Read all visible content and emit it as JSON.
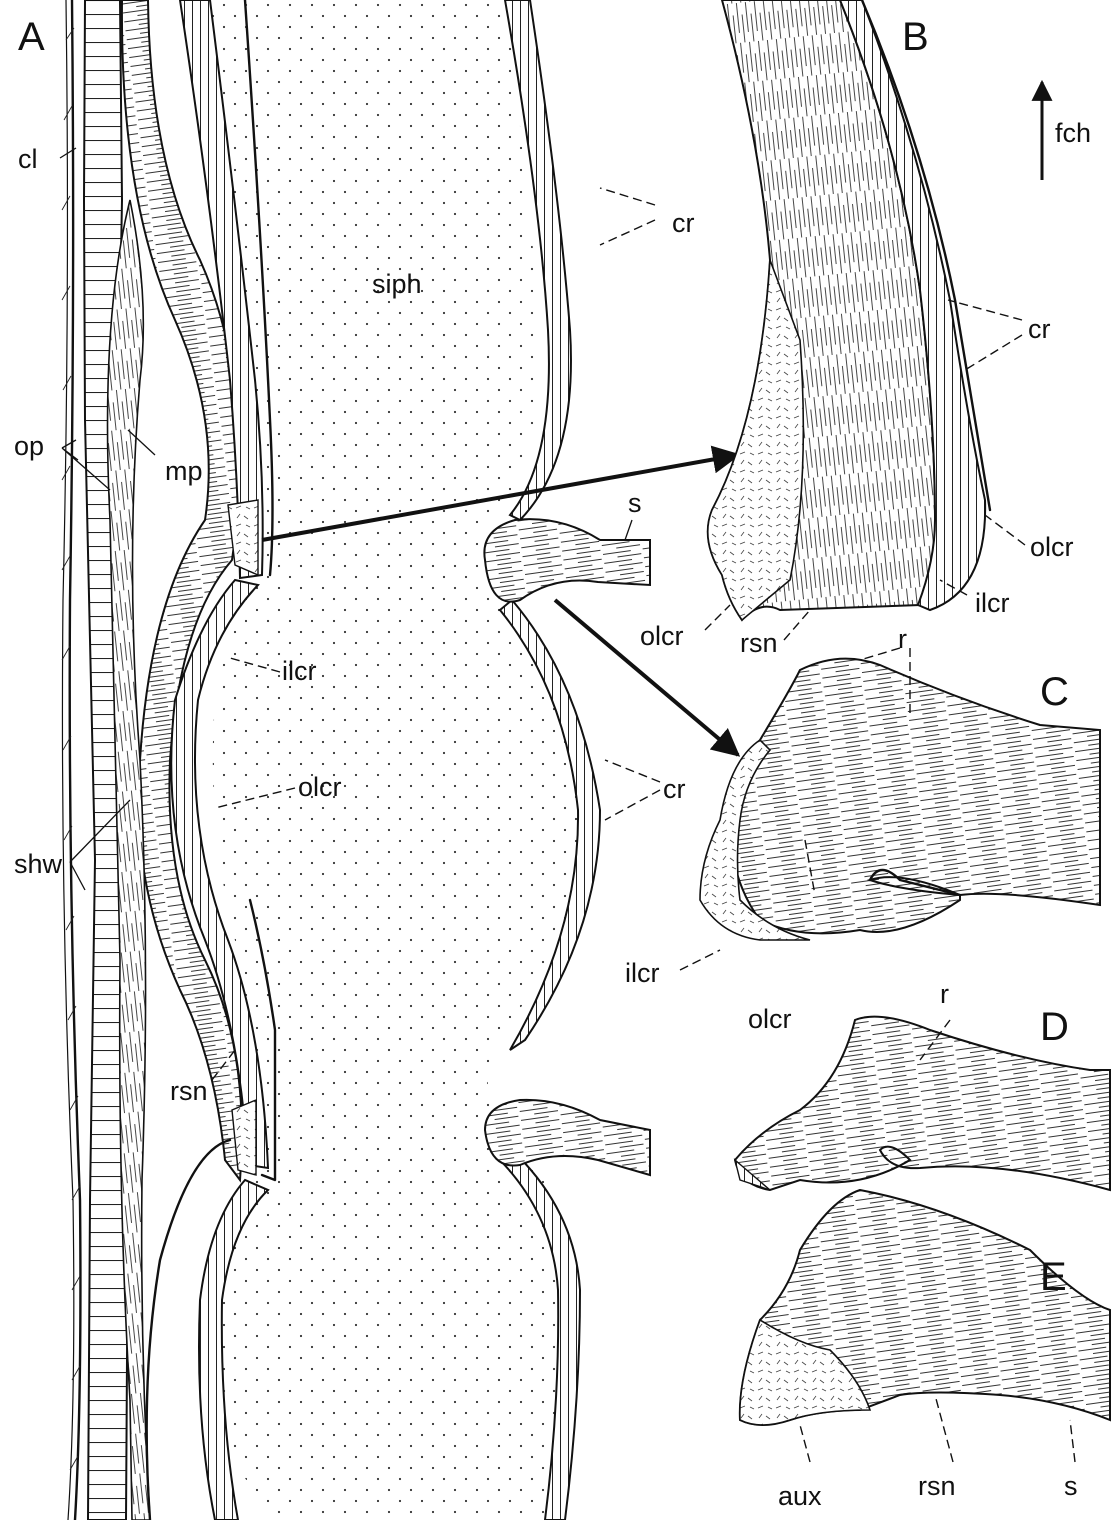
{
  "panels": {
    "a": "A",
    "b": "B",
    "c": "C",
    "d": "D",
    "e": "E"
  },
  "orientation": {
    "label": "fch"
  },
  "labels": {
    "cl": "cl",
    "op": "op",
    "mp": "mp",
    "shw": "shw",
    "rsn": "rsn",
    "siph": "siph",
    "cr": "cr",
    "s": "s",
    "ilcr": "ilcr",
    "olcr": "olcr",
    "r": "r",
    "aux": "aux"
  }
}
